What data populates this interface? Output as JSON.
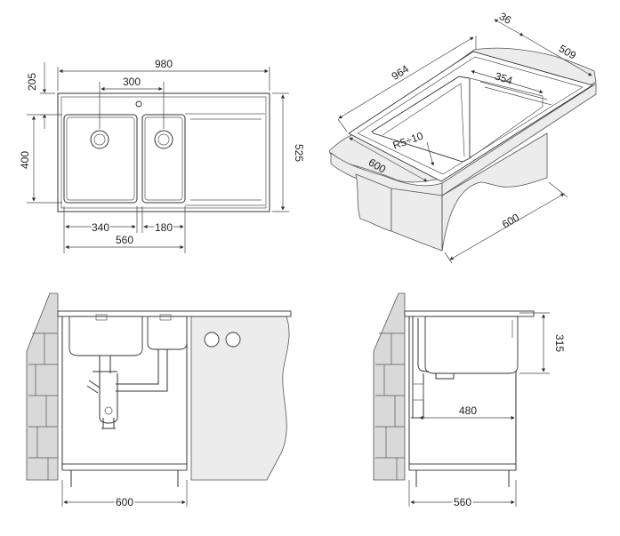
{
  "top_view": {
    "width_overall": "980",
    "inner_offset": "205",
    "center_gap": "300",
    "bowl_height": "400",
    "depth_overall": "525",
    "big_bowl": "340",
    "small_bowl": "180",
    "bowls_total": "560"
  },
  "iso_view": {
    "lip": "36",
    "depth": "509",
    "length": "964",
    "drainer": "354",
    "radius": "R5÷10",
    "cabinet_front": "600",
    "cabinet_side": "600"
  },
  "front_section": {
    "cabinet_width": "600"
  },
  "side_section": {
    "bowl_depth": "315",
    "drain_offset": "480",
    "cabinet_depth": "560"
  },
  "colors": {
    "line": "#333333",
    "wall": "#d9d9d9",
    "fill": "#ececec"
  }
}
